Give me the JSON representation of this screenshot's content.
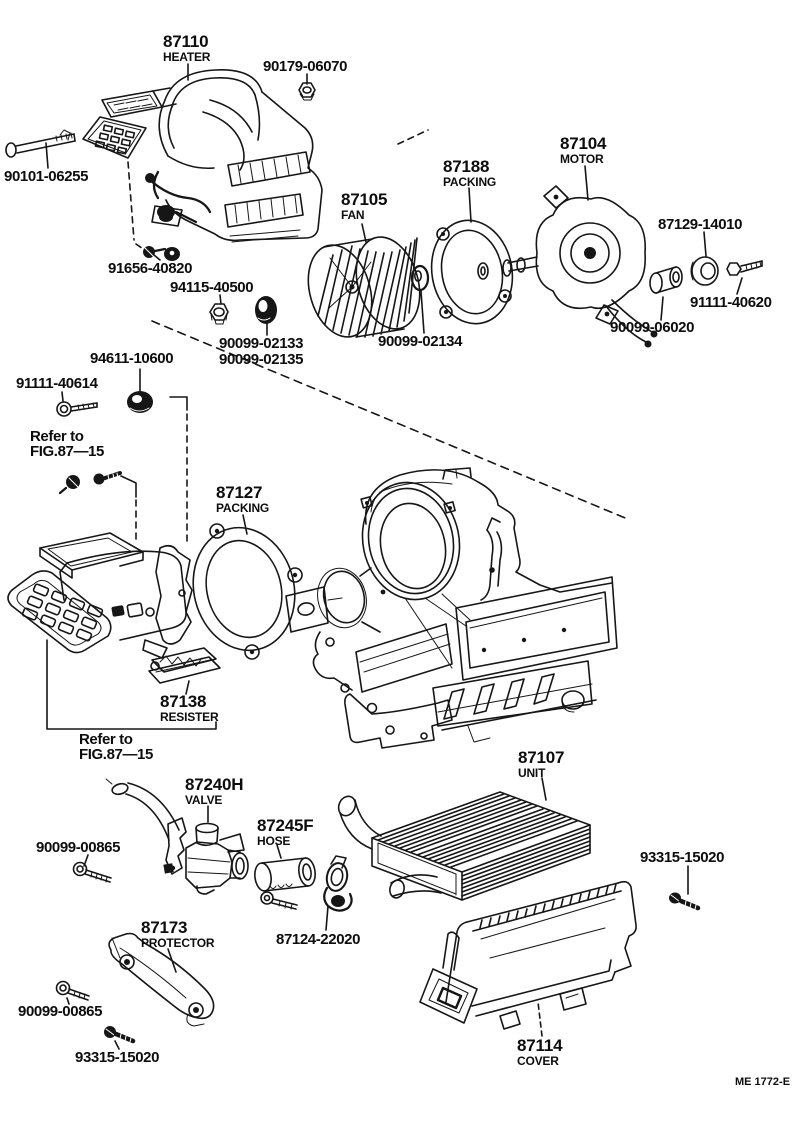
{
  "figure": {
    "code": "ME 1772-E"
  },
  "parts": {
    "heater": {
      "no": "87110",
      "name": "HEATER"
    },
    "fan": {
      "no": "87105",
      "name": "FAN"
    },
    "motor": {
      "no": "87104",
      "name": "MOTOR"
    },
    "packing_87188": {
      "no": "87188",
      "name": "PACKING"
    },
    "packing_87127": {
      "no": "87127",
      "name": "PACKING"
    },
    "unit": {
      "no": "87107",
      "name": "UNIT"
    },
    "resister": {
      "no": "87138",
      "name": "RESISTER"
    },
    "valve": {
      "no": "87240H",
      "name": "VALVE"
    },
    "hose": {
      "no": "87245F",
      "name": "HOSE"
    },
    "protector": {
      "no": "87173",
      "name": "PROTECTOR"
    },
    "cover": {
      "no": "87114",
      "name": "COVER"
    }
  },
  "fasteners": {
    "nut_90179": "90179-06070",
    "bolt_90101": "90101-06255",
    "screw_91656": "91656-40820",
    "nut_94115": "94115-40500",
    "washer_02133": "90099-02133",
    "washer_02135": "90099-02135",
    "washer_02134": "90099-02134",
    "nut_94611": "94611-10600",
    "bolt_40614": "91111-40614",
    "grommet_87129": "87129-14010",
    "bolt_40620": "91111-40620",
    "bushing_06020": "90099-06020",
    "bolt_00865": "90099-00865",
    "screw_93315": "93315-15020",
    "clamp_87124": "87124-22020"
  },
  "notes": {
    "refer_line1": "Refer to",
    "refer_line2": "FIG.87—15"
  }
}
